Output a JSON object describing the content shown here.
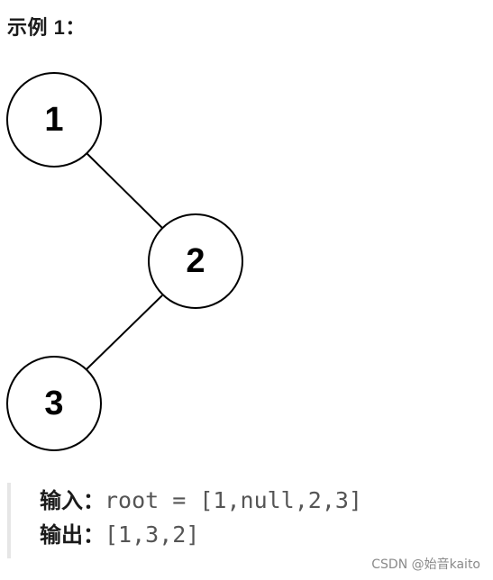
{
  "heading": "示例 1：",
  "tree": {
    "nodes": [
      {
        "id": "1",
        "label": "1"
      },
      {
        "id": "2",
        "label": "2"
      },
      {
        "id": "3",
        "label": "3"
      }
    ],
    "edges": [
      {
        "from": "1",
        "to": "2"
      },
      {
        "from": "2",
        "to": "3"
      }
    ]
  },
  "example": {
    "input_label": "输入：",
    "input_value": "root = [1,null,2,3]",
    "output_label": "输出：",
    "output_value": "[1,3,2]"
  },
  "watermark": "CSDN @始音kaito"
}
